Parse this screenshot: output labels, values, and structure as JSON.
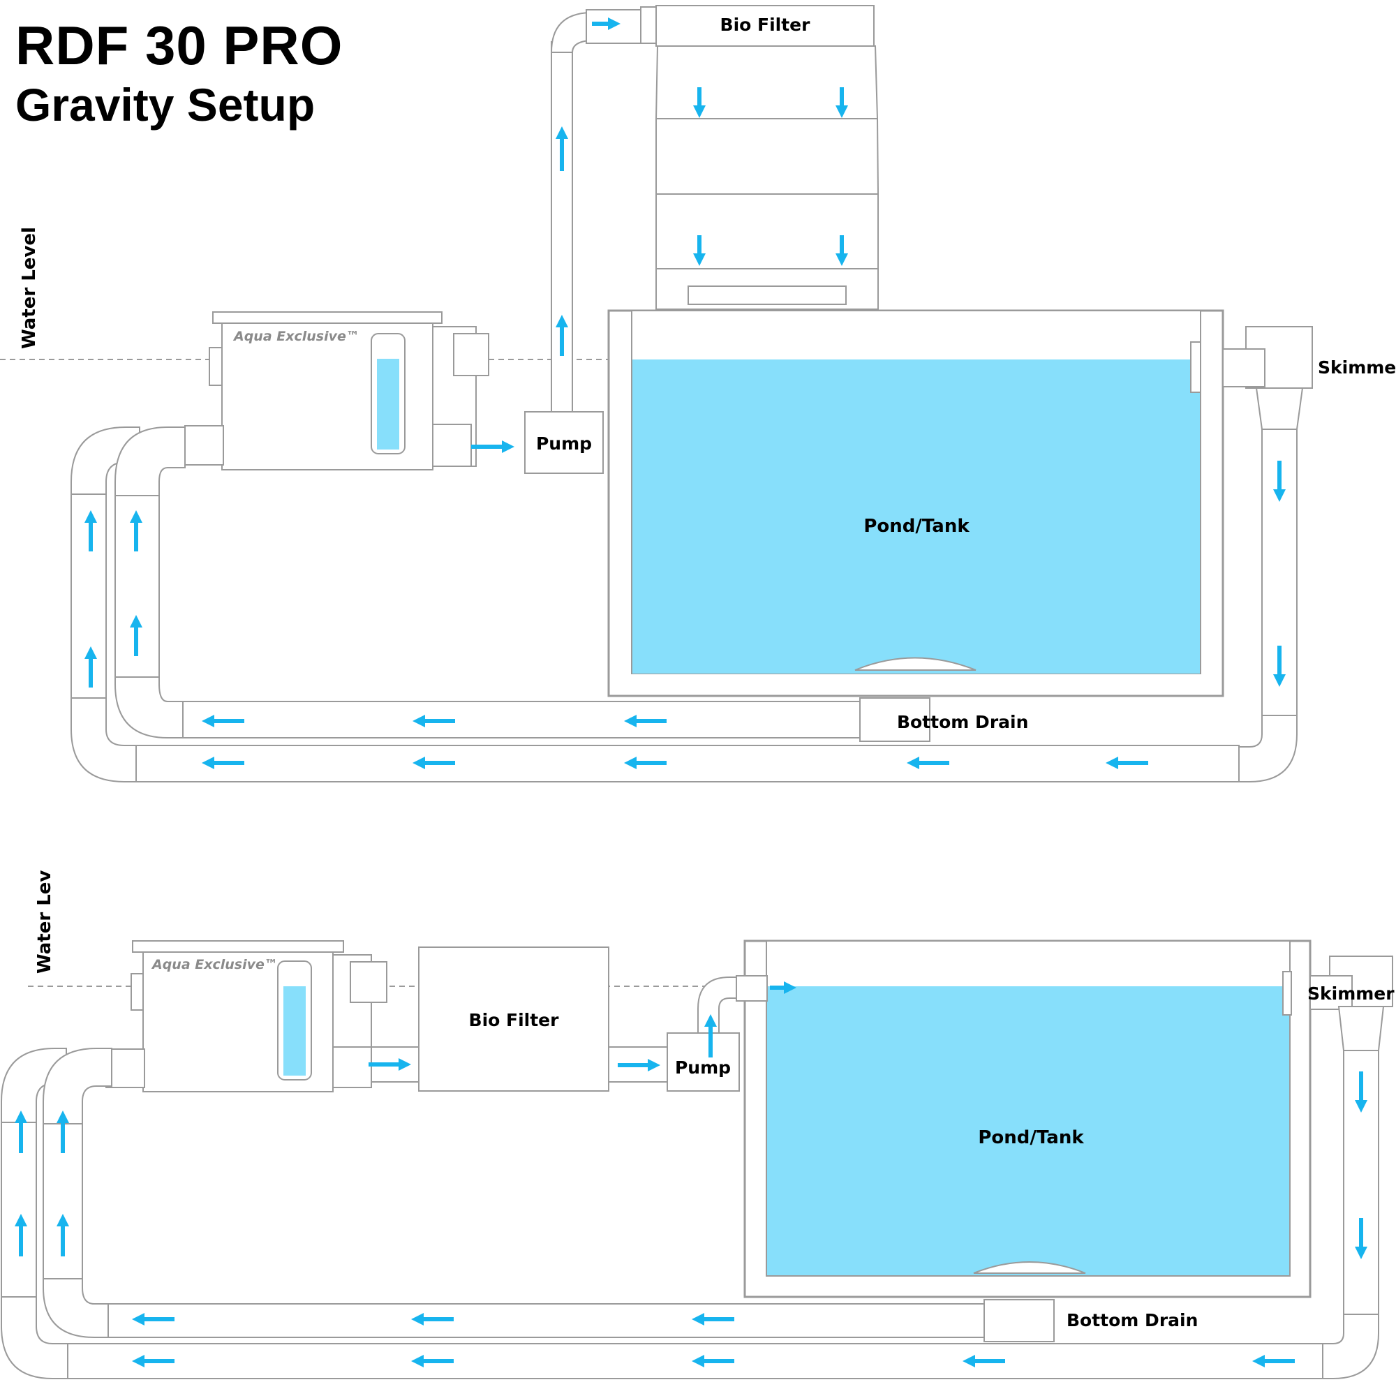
{
  "title": {
    "line1": "RDF 30 PRO",
    "line2": "Gravity Setup"
  },
  "labels": {
    "bio_filter": "Bio Filter",
    "pump": "Pump",
    "pond_tank": "Pond/Tank",
    "skimmer": "Skimmer",
    "bottom_drain": "Bottom Drain",
    "water_level_top": "Water Level",
    "water_level_bottom": "Water Lev",
    "brand": "Aqua Exclusive™"
  },
  "colors": {
    "water": "#87dffb",
    "arrow": "#17b4ee",
    "outline": "#9a9a9a",
    "pipe_fill": "#ffffff",
    "text": "#000000"
  }
}
